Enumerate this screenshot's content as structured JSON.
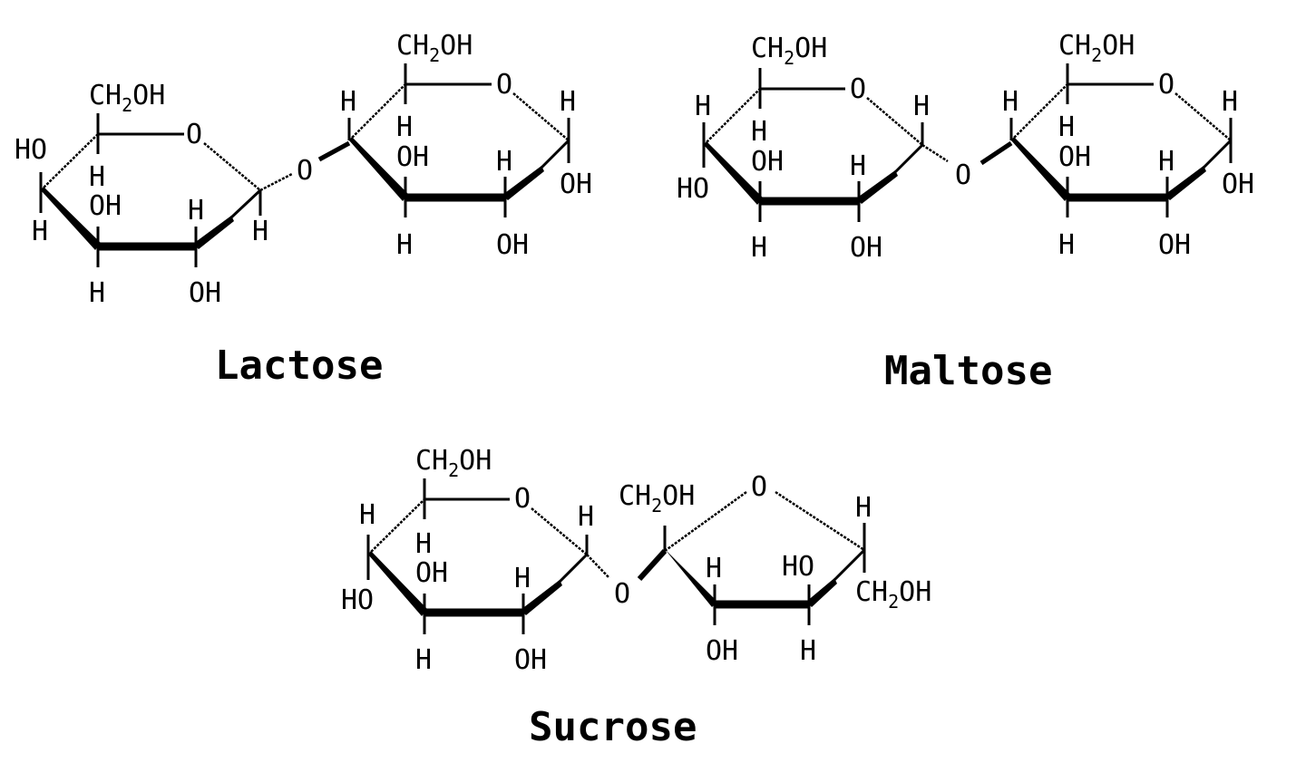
{
  "diagram": {
    "colors": {
      "ink": "#000000",
      "background": "#ffffff"
    },
    "molecules": [
      {
        "name": "Lactose",
        "rings": [
          {
            "type": "pyranose",
            "substituents": [
              "CH2OH",
              "HO",
              "H",
              "H",
              "OH",
              "H",
              "H",
              "OH",
              "H",
              "O"
            ]
          },
          {
            "type": "pyranose",
            "substituents": [
              "CH2OH",
              "O",
              "H",
              "H",
              "OH",
              "H",
              "H",
              "OH",
              "H",
              "OH"
            ]
          }
        ],
        "linkage_atom": "O"
      },
      {
        "name": "Maltose",
        "rings": [
          {
            "type": "pyranose",
            "substituents": [
              "CH2OH",
              "O",
              "H",
              "HO",
              "H",
              "OH",
              "H",
              "H",
              "OH",
              "H"
            ]
          },
          {
            "type": "pyranose",
            "substituents": [
              "CH2OH",
              "O",
              "H",
              "H",
              "OH",
              "H",
              "H",
              "OH",
              "H",
              "OH"
            ]
          }
        ],
        "linkage_atom": "O"
      },
      {
        "name": "Sucrose",
        "rings": [
          {
            "type": "pyranose",
            "substituents": [
              "CH2OH",
              "O",
              "H",
              "HO",
              "H",
              "OH",
              "H",
              "H",
              "OH",
              "H"
            ]
          },
          {
            "type": "furanose",
            "substituents": [
              "CH2OH",
              "O",
              "H",
              "OH",
              "HO",
              "H",
              "H",
              "CH2OH"
            ]
          }
        ],
        "linkage_atom": "O"
      }
    ],
    "labels": {
      "lactose": "Lactose",
      "maltose": "Maltose",
      "sucrose": "Sucrose",
      "ch": "CH",
      "two": "2",
      "oh": "OH",
      "ho": "HO",
      "h": "H",
      "o": "O"
    }
  }
}
